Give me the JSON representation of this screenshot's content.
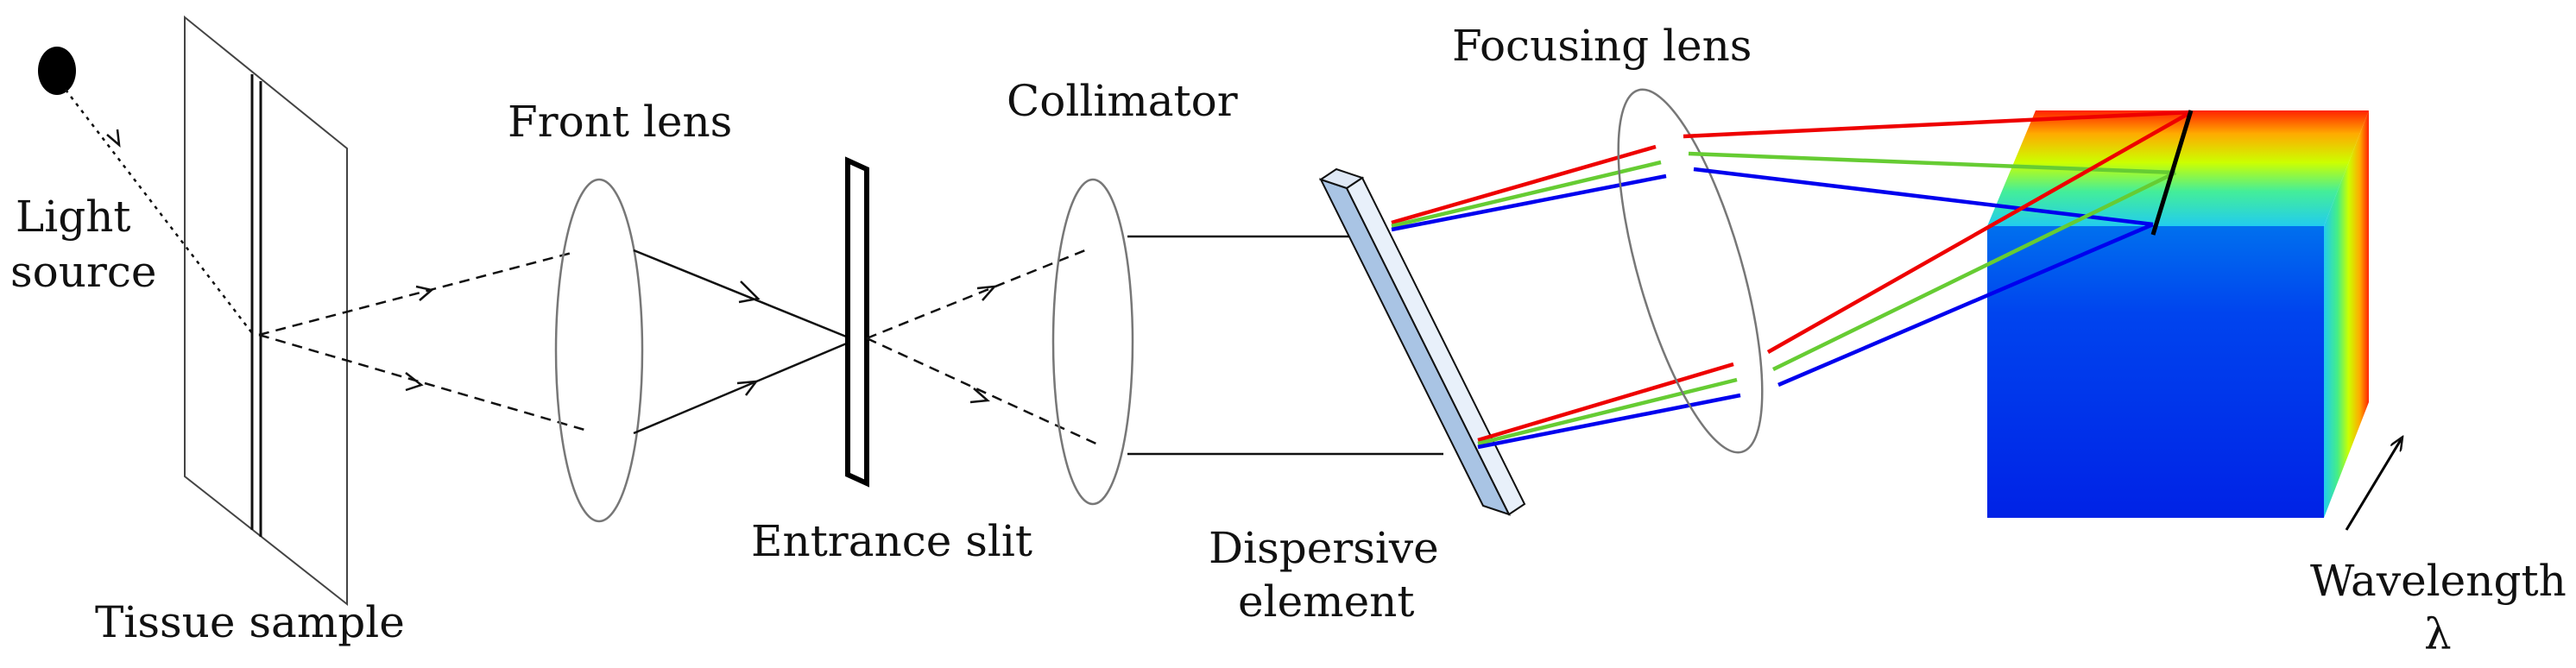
{
  "labels": {
    "light_source_line1": "Light",
    "light_source_line2": "source",
    "tissue_sample": "Tissue sample",
    "front_lens": "Front lens",
    "entrance_slit": "Entrance slit",
    "collimator": "Collimator",
    "dispersive_line1": "Dispersive",
    "dispersive_line2": "element",
    "focusing_lens": "Focusing lens",
    "wavelength": "Wavelength",
    "lambda": "λ"
  },
  "colors": {
    "line": "#111111",
    "lens": "#777777",
    "red": "#ee0000",
    "green": "#66cc33",
    "blue": "#0000ee",
    "dispersive_fill": "#a9c4e4",
    "cube_blue": "#0033ee"
  }
}
